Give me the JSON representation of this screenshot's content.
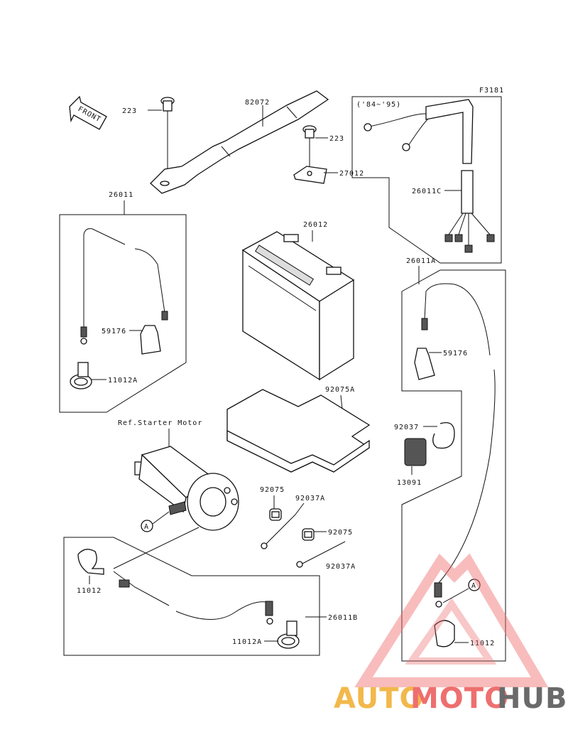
{
  "figure_code": "F3181",
  "front_label": "FRONT",
  "year_note": "('84~'95)",
  "starter_ref": "Ref.Starter Motor",
  "callout_letter": "A",
  "parts": {
    "p223a": "223",
    "p82072": "82072",
    "p223b": "223",
    "p27012": "27012",
    "p26011c": "26011C",
    "p26011": "26011",
    "p26012": "26012",
    "p59176a": "59176",
    "p11012a_left": "11012A",
    "p26011a": "26011A",
    "p59176b": "59176",
    "p92075a": "92075A",
    "p92037": "92037",
    "p13091": "13091",
    "p92075_top": "92075",
    "p92037a_top": "92037A",
    "p92075_mid": "92075",
    "p92037a_bot": "92037A",
    "p11012_left": "11012",
    "p26011b": "26011B",
    "p11012a_bot": "11012A",
    "p11012_right": "11012"
  },
  "watermark": {
    "part1": "AUTO",
    "part2": "MOTO",
    "part3": "HUB",
    "color_auto": "#f2b84b",
    "color_moto": "#ee6f6f",
    "color_hub": "#6a6a6a"
  }
}
